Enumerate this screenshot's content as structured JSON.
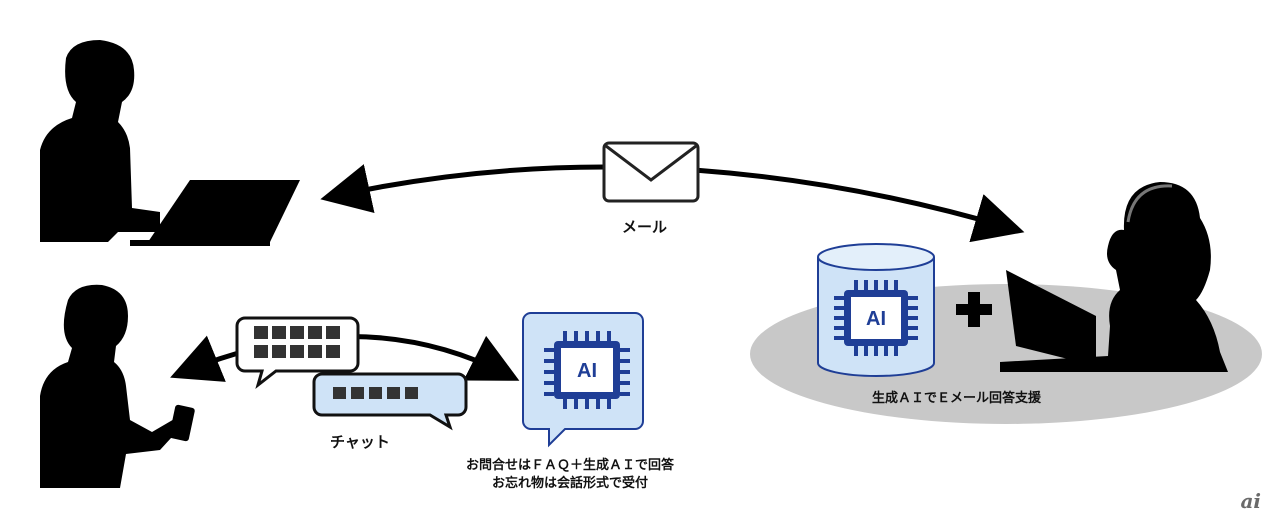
{
  "labels": {
    "mail": "メール",
    "chat": "チャット",
    "faq_line1": "お問合せはＦＡＱ＋生成ＡＩで回答",
    "faq_line2": "お忘れ物は会話形式で受付",
    "email_support": "生成ＡＩでＥメール回答支援",
    "ai_chip": "AI",
    "watermark": "ai"
  },
  "colors": {
    "silhouette": "#000000",
    "ai_blue": "#1f3e96",
    "ai_fill": "#cfe3f7",
    "platform_gray": "#c8c8c8"
  },
  "icons": [
    "envelope-icon",
    "ai-chip-icon",
    "database-cylinder-icon",
    "plus-icon",
    "chat-bubble-icon"
  ]
}
